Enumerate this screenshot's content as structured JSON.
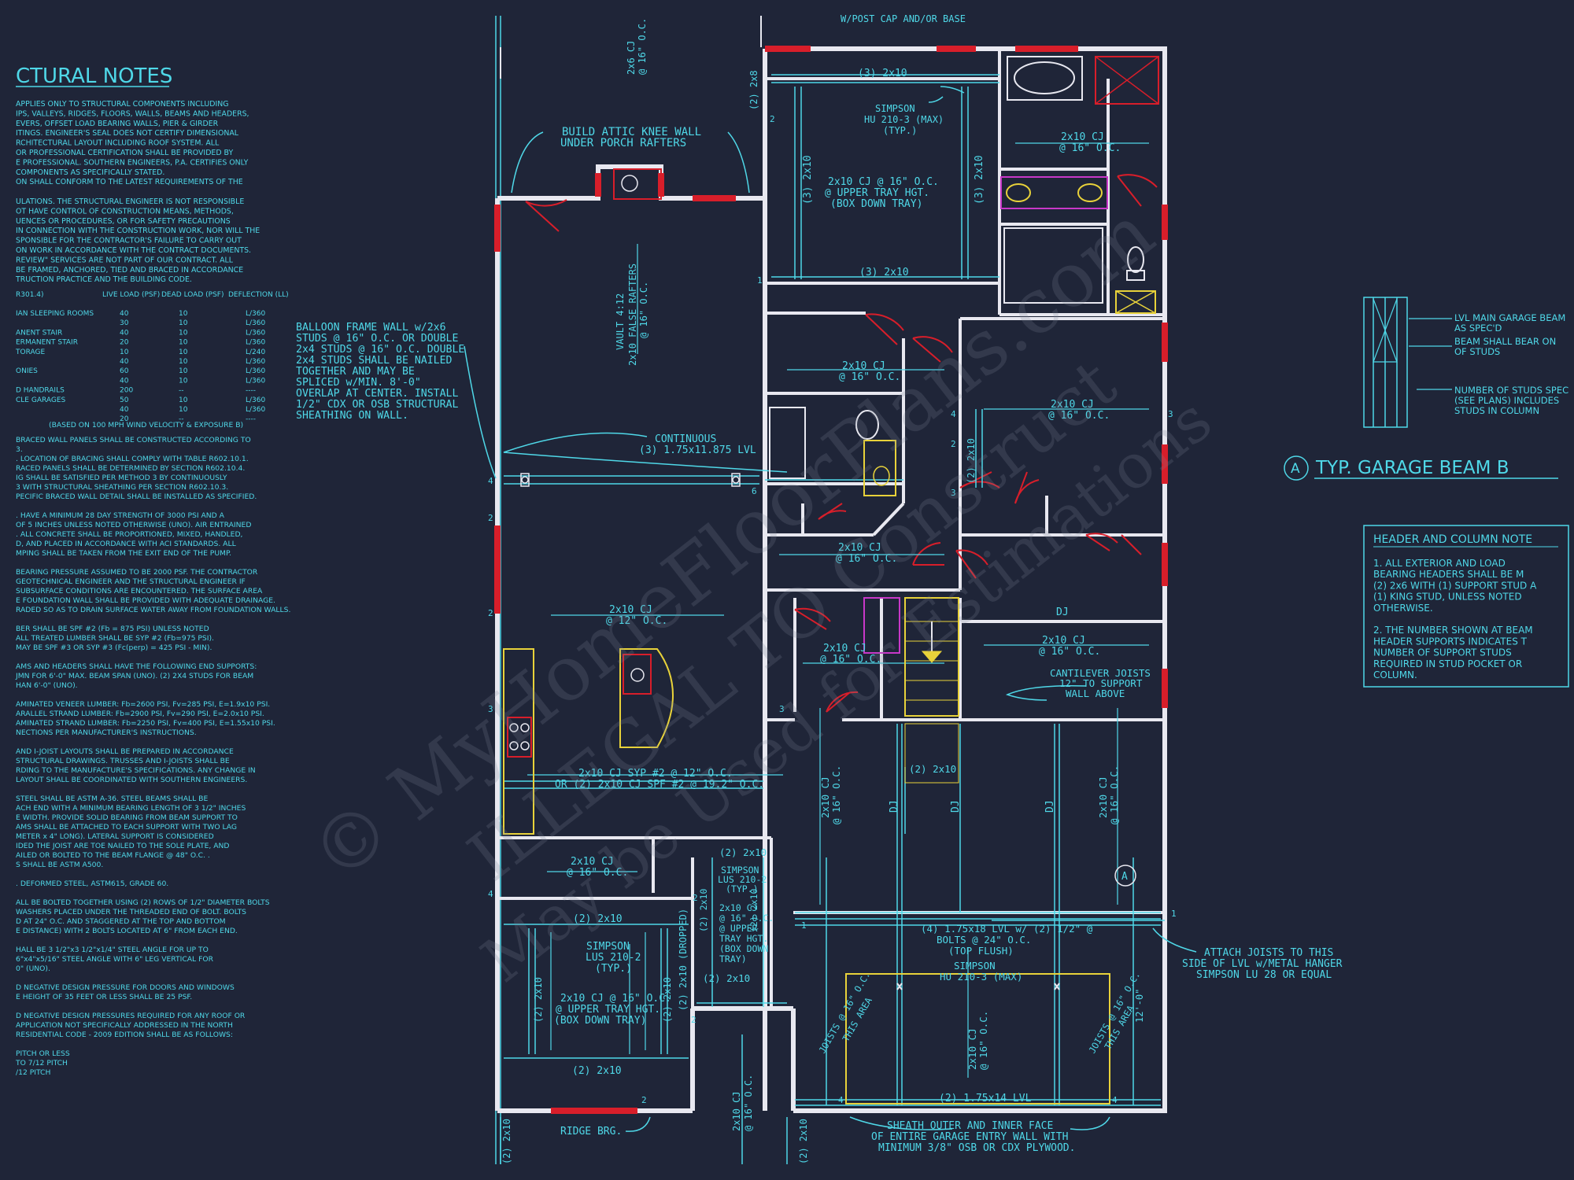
{
  "notes_title": "CTURAL NOTES",
  "notes_lines": [
    "APPLIES ONLY TO STRUCTURAL COMPONENTS INCLUDING",
    "IPS, VALLEYS, RIDGES, FLOORS, WALLS, BEAMS AND HEADERS,",
    "EVERS, OFFSET LOAD BEARING WALLS, PIER & GIRDER",
    "ITINGS. ENGINEER'S SEAL DOES NOT CERTIFY DIMENSIONAL",
    "RCHITECTURAL LAYOUT INCLUDING ROOF SYSTEM. ALL",
    "OR PROFESSIONAL CERTIFICATION SHALL BE PROVIDED BY",
    "E PROFESSIONAL. SOUTHERN ENGINEERS, P.A. CERTIFIES ONLY",
    "COMPONENTS AS SPECIFICALLY STATED.",
    "ON SHALL CONFORM TO THE LATEST REQUIREMENTS OF THE",
    "",
    "ULATIONS. THE STRUCTURAL ENGINEER IS NOT RESPONSIBLE",
    "OT HAVE CONTROL OF CONSTRUCTION MEANS, METHODS,",
    "UENCES OR PROCEDURES, OR FOR SAFETY PRECAUTIONS",
    "IN CONNECTION WITH THE CONSTRUCTION WORK, NOR WILL THE",
    "SPONSIBLE FOR THE CONTRACTOR'S FAILURE TO CARRY OUT",
    "ON WORK IN ACCORDANCE WITH THE CONTRACT DOCUMENTS.",
    "REVIEW\" SERVICES ARE NOT PART OF OUR CONTRACT. ALL",
    "BE FRAMED, ANCHORED, TIED AND BRACED IN ACCORDANCE",
    "TRUCTION PRACTICE AND THE BUILDING CODE."
  ],
  "load_table": {
    "headers": [
      "R301.4)",
      "LIVE LOAD (PSF)",
      "DEAD LOAD (PSF)",
      "DEFLECTION (LL)"
    ],
    "rows": [
      [
        "IAN SLEEPING ROOMS",
        "40",
        "10",
        "L/360"
      ],
      [
        "",
        "30",
        "10",
        "L/360"
      ],
      [
        "ANENT STAIR",
        "40",
        "10",
        "L/360"
      ],
      [
        "ERMANENT STAIR",
        "20",
        "10",
        "L/360"
      ],
      [
        "TORAGE",
        "10",
        "10",
        "L/240"
      ],
      [
        "",
        "40",
        "10",
        "L/360"
      ],
      [
        "ONIES",
        "60",
        "10",
        "L/360"
      ],
      [
        "",
        "40",
        "10",
        "L/360"
      ],
      [
        "D HANDRAILS",
        "200",
        "--",
        "----"
      ],
      [
        "CLE GARAGES",
        "50",
        "10",
        "L/360"
      ],
      [
        "",
        "40",
        "10",
        "L/360"
      ],
      [
        "",
        "20",
        "--",
        "----"
      ]
    ],
    "footnote": "(BASED ON 100 MPH WIND VELOCITY & EXPOSURE B)"
  },
  "notes_lines_2": [
    "BRACED WALL PANELS SHALL BE CONSTRUCTED ACCORDING TO",
    "3.",
    ". LOCATION OF BRACING SHALL COMPLY WITH TABLE R602.10.1.",
    "RACED PANELS SHALL BE DETERMINED BY SECTION R602.10.4.",
    "IG SHALL BE SATISFIED PER METHOD 3 BY CONTINUOUSLY",
    "3 WITH STRUCTURAL SHEATHING PER SECTION R602.10.3.",
    "PECIFIC BRACED WALL DETAIL SHALL BE INSTALLED AS SPECIFIED.",
    "",
    ". HAVE A MINIMUM 28 DAY STRENGTH OF 3000 PSI AND A",
    "OF 5 INCHES UNLESS NOTED OTHERWISE (UNO). AIR ENTRAINED",
    ". ALL CONCRETE SHALL BE PROPORTIONED, MIXED, HANDLED,",
    "D, AND PLACED IN ACCORDANCE WITH ACI STANDARDS. ALL",
    "MPING SHALL BE TAKEN FROM THE EXIT END OF THE PUMP.",
    "",
    "BEARING PRESSURE ASSUMED TO BE 2000 PSF. THE CONTRACTOR",
    "GEOTECHNICAL ENGINEER AND THE STRUCTURAL ENGINEER IF",
    "SUBSURFACE CONDITIONS ARE ENCOUNTERED. THE SURFACE AREA",
    "E FOUNDATION WALL SHALL BE PROVIDED WITH ADEQUATE DRAINAGE.",
    "RADED SO AS TO DRAIN SURFACE WATER AWAY FROM FOUNDATION WALLS.",
    "",
    "BER SHALL BE SPF #2 (Fb = 875 PSI) UNLESS NOTED",
    "ALL TREATED LUMBER SHALL BE SYP #2 (Fb=975 PSI).",
    "MAY BE SPF #3 OR SYP #3 (Fc(perp) = 425 PSI - MIN).",
    "",
    "AMS AND HEADERS SHALL HAVE THE FOLLOWING END SUPPORTS:",
    "JMN FOR 6'-0\" MAX. BEAM SPAN (UNO). (2) 2X4 STUDS FOR BEAM",
    "HAN 6'-0\" (UNO).",
    "",
    "AMINATED VENEER LUMBER: Fb=2600 PSI, Fv=285 PSI, E=1.9x10 PSI.",
    "ARALLEL STRAND LUMBER: Fb=2900 PSI, Fv=290 PSI, E=2.0x10 PSI.",
    "AMINATED STRAND LUMBER: Fb=2250 PSI, Fv=400 PSI, E=1.55x10 PSI.",
    "NECTIONS PER MANUFACTURER'S INSTRUCTIONS.",
    "",
    "AND I-JOIST LAYOUTS SHALL BE PREPARED IN ACCORDANCE",
    "STRUCTURAL DRAWINGS. TRUSSES AND I-JOISTS SHALL BE",
    "RDING TO THE MANUFACTURE'S SPECIFICATIONS. ANY CHANGE IN",
    "LAYOUT SHALL BE COORDINATED WITH SOUTHERN ENGINEERS.",
    "",
    "STEEL SHALL BE ASTM A-36. STEEL BEAMS SHALL BE",
    "ACH END WITH A MINIMUM BEARING LENGTH OF 3 1/2\" INCHES",
    "E WIDTH. PROVIDE SOLID BEARING FROM BEAM SUPPORT TO",
    "AMS SHALL BE ATTACHED TO EACH SUPPORT WITH TWO LAG",
    "METER x 4\" LONG). LATERAL SUPPORT IS CONSIDERED",
    "IDED THE JOIST ARE TOE NAILED TO THE SOLE PLATE, AND",
    "AILED OR BOLTED TO THE BEAM FLANGE @ 48\" O.C. .",
    "S SHALL BE ASTM A500.",
    "",
    ". DEFORMED STEEL, ASTM615, GRADE 60.",
    "",
    "ALL BE BOLTED TOGETHER USING (2) ROWS OF 1/2\" DIAMETER BOLTS",
    "WASHERS PLACED UNDER THE THREADED END OF BOLT. BOLTS",
    "D AT 24\" O.C. AND STAGGERED AT THE TOP AND BOTTOM",
    "E DISTANCE) WITH 2 BOLTS LOCATED AT 6\" FROM EACH END.",
    "",
    "HALL BE 3 1/2\"x3 1/2\"x1/4\" STEEL ANGLE FOR UP TO",
    "6\"x4\"x5/16\" STEEL ANGLE WITH 6\" LEG VERTICAL FOR",
    "0\" (UNO).",
    "",
    "D NEGATIVE DESIGN PRESSURE FOR DOORS AND WINDOWS",
    "E HEIGHT OF 35 FEET OR LESS SHALL BE 25 PSF.",
    "",
    "D NEGATIVE DESIGN PRESSURES REQUIRED FOR ANY ROOF OR",
    "APPLICATION NOT SPECIFICALLY ADDRESSED IN THE NORTH",
    "RESIDENTIAL CODE - 2009 EDITION SHALL BE AS FOLLOWS:",
    "",
    "PITCH OR LESS",
    "TO 7/12 PITCH",
    "/12 PITCH"
  ],
  "plan_labels": {
    "post_cap": "W/POST CAP AND/OR BASE",
    "cj_top_a": "2x6 CJ",
    "cj_top_b": "@ 16\" O.C.",
    "two_2x8": "(2) 2x8",
    "three_2x10_top": "(3) 2x10",
    "simpson_hu_a": "SIMPSON",
    "simpson_hu_b": "HU 210-3 (MAX)",
    "simpson_hu_c": "(TYP.)",
    "attic_a": "BUILD ATTIC KNEE WALL",
    "attic_b": "UNDER PORCH RAFTERS",
    "three_2x10_v1": "(3) 2x10",
    "three_2x10_v2": "(3) 2x10",
    "tray_a": "2x10 CJ @ 16\" O.C.",
    "tray_b": "@ UPPER TRAY HGT.",
    "tray_c": "(BOX DOWN TRAY)",
    "three_2x10_bot": "(3) 2x10",
    "bath_cj_a": "2x10 CJ",
    "bath_cj_b": "@ 16\" O.C.",
    "vault_a": "VAULT 4:12",
    "vault_b": "2x10 FALSE RAFTERS",
    "vault_c": "@ 16\" O.C.",
    "balloon": [
      "BALLOON FRAME WALL w/2x6",
      "STUDS @ 16\" O.C. OR DOUBLE",
      "2x4 STUDS @ 16\" O.C. DOUBLE",
      "2x4 STUDS SHALL BE NAILED",
      "TOGETHER AND MAY BE",
      "SPLICED w/MIN. 8'-0\"",
      "OVERLAP AT CENTER. INSTALL",
      "1/2\" CDX OR OSB STRUCTURAL",
      "SHEATHING ON WALL."
    ],
    "cj_mid1_a": "2x10 CJ",
    "cj_mid1_b": "@ 16\" O.C.",
    "cj_right1_a": "2x10 CJ",
    "cj_right1_b": "@ 16\" O.C.",
    "continuous_a": "CONTINUOUS",
    "continuous_b": "(3) 1.75x11.875 LVL",
    "two_2x10_v": "(2) 2x10",
    "cj_hall_a": "2x10 CJ",
    "cj_hall_b": "@ 16\" O.C.",
    "cj_great_a": "2x10 CJ",
    "cj_great_b": "@ 12\" O.C.",
    "dj_a": "DJ",
    "cj_right2_a": "2x10 CJ",
    "cj_right2_b": "@ 16\" O.C.",
    "cj_stair_a": "2x10 CJ",
    "cj_stair_b": "@ 16\" O.C.",
    "cantilever_a": "CANTILEVER JOISTS",
    "cantilever_b": "12\" TO SUPPORT",
    "cantilever_c": "WALL ABOVE",
    "stair_2x10": "(2) 2x10",
    "syp_a": "2x10 CJ SYP #2 @ 12\" O.C.",
    "syp_b": "OR (2) 2x10 CJ SPF #2 @ 19.2\" O.C.",
    "garage_cj_l_a": "2x10 CJ",
    "garage_cj_l_b": "@ 16\" O.C.",
    "garage_cj_r_a": "2x10 CJ",
    "garage_cj_r_b": "@ 16\" O.C.",
    "dj_b": "DJ",
    "dj_c": "DJ",
    "dj_d": "DJ",
    "two_2x10_a": "(2) 2x10",
    "simpson_lus_a": "SIMPSON",
    "simpson_lus_b": "LUS 210-2",
    "simpson_lus_c": "(TYP.)",
    "two_2x10_b": "(2) 2x10",
    "porch_cj_a": "2x10 CJ",
    "porch_cj_b": "@ 16\" O.C.",
    "up_tray": [
      "2x10 CJ",
      "@ 16\" O.C.",
      "@ UPPER",
      "TRAY HGT.",
      "(BOX DOWN",
      "TRAY)"
    ],
    "two_2x10_c": "(2) 2x10",
    "two_2x10_d": "(2) 2x10",
    "two_2x10_e": "(2) 2x10",
    "simpson_lus2_a": "SIMPSON",
    "simpson_lus2_b": "LUS 210-2",
    "simpson_lus2_c": "(TYP.)",
    "dropped": "(2) 2x10 (DROPPED)",
    "lower_tray_a": "2x10 CJ @ 16\" O.C.",
    "lower_tray_b": "@ UPPER TRAY HGT.",
    "lower_tray_c": "(BOX DOWN TRAY)",
    "two_2x10_v2": "(2) 2x10",
    "two_2x10_v3": "(2) 2x10",
    "two_2x10_f": "(2) 2x10",
    "lvl_a": "(4) 1.75x18 LVL w/ (2) 1/2\" @",
    "lvl_b": "BOLTS @ 24\" O.C.",
    "lvl_c": "(TOP FLUSH)",
    "simpson_hu2_a": "SIMPSON",
    "simpson_hu2_b": "HU 210-3 (MAX)",
    "garage_cj_mid_a": "2x10 CJ",
    "garage_cj_mid_b": "@ 16\" O.C.",
    "joists_l_a": "JOISTS @ 16\" O.C.",
    "joists_l_b": "THIS AREA",
    "joists_r_a": "JOISTS @ 16\" O.C.",
    "joists_r_b": "THIS AREA",
    "twelve": "12'-0\"",
    "lvl_bottom": "(2) 1.75x14 LVL",
    "attach_a": "ATTACH JOISTS TO THIS",
    "attach_b": "SIDE OF LVL w/METAL HANGER",
    "attach_c": "SIMPSON LU 28 OR EQUAL",
    "sheath_a": "SHEATH OUTER AND INNER FACE",
    "sheath_b": "OF ENTIRE GARAGE ENTRY WALL WITH",
    "sheath_c": "MINIMUM 3/8\" OSB OR CDX PLYWOOD.",
    "ridge": "RIDGE BRG.",
    "two_2x10_bl": "(2) 2x10",
    "two_2x10_br": "(2) 2x10",
    "cj_bottom_a": "2x10 CJ",
    "cj_bottom_b": "@ 16\" O.C.",
    "section_a": "A",
    "num_1": "1",
    "num_2": "2",
    "num_3": "3",
    "num_4": "4",
    "num_6": "6"
  },
  "detail": {
    "lvl_a": "LVL MAIN GARAGE BEAM",
    "lvl_b": "AS SPEC'D",
    "beam_a": "BEAM SHALL BEAR ON",
    "beam_b": "OF STUDS",
    "studs_a": "NUMBER OF STUDS SPEC",
    "studs_b": "(SEE PLANS) INCLUDES",
    "studs_c": "STUDS IN COLUMN",
    "marker": "A",
    "title": "TYP. GARAGE BEAM B"
  },
  "header_notes": {
    "title": "HEADER AND COLUMN NOTE",
    "lines": [
      "1. ALL EXTERIOR AND LOAD",
      "BEARING HEADERS SHALL BE M",
      "(2) 2x6 WITH (1) SUPPORT STUD A",
      "(1) KING STUD, UNLESS NOTED",
      "OTHERWISE.",
      "",
      "2. THE NUMBER SHOWN AT BEAM",
      "HEADER SUPPORTS INDICATES T",
      "NUMBER OF SUPPORT STUDS",
      "REQUIRED IN STUD POCKET OR",
      "COLUMN."
    ]
  },
  "watermark": {
    "line1": "© MyHomeFloorPlans.com",
    "line2": "ILLEGAL TO Construct",
    "line3": "May be Used for Estimations"
  },
  "colors": {
    "background": "#1f2538",
    "cyan": "#4fd8e8",
    "wall": "#e8e8f0",
    "red": "#d81e2a",
    "yellow": "#e8d23a",
    "magenta": "#c838c8"
  }
}
